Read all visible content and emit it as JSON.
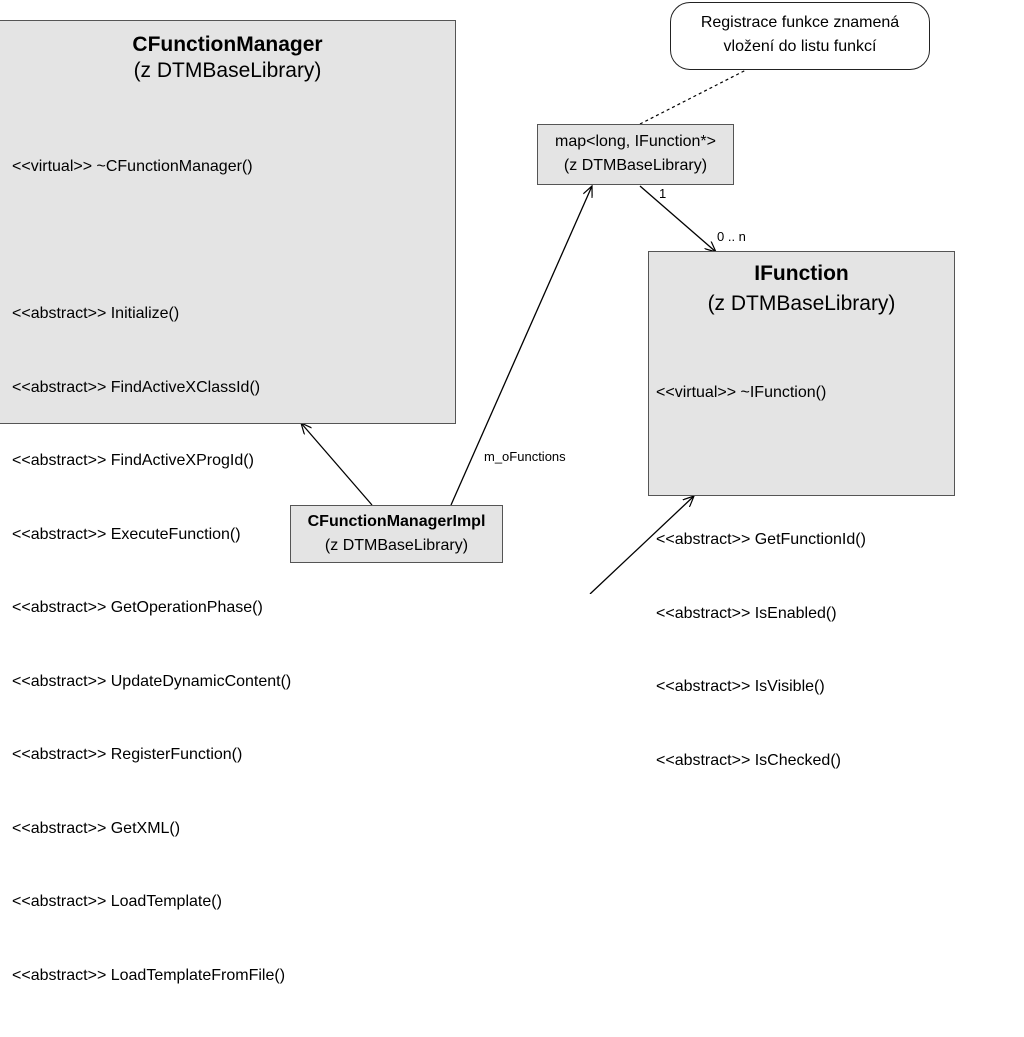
{
  "classes": {
    "manager": {
      "name": "CFunctionManager",
      "stereo": "(z DTMBaseLibrary)",
      "members": [
        "<<virtual>> ~CFunctionManager()",
        "",
        "<<abstract>> Initialize()",
        "<<abstract>> FindActiveXClassId()",
        "<<abstract>> FindActiveXProgId()",
        "<<abstract>> ExecuteFunction()",
        "<<abstract>> GetOperationPhase()",
        "<<abstract>> UpdateDynamicContent()",
        "<<abstract>> RegisterFunction()",
        "<<abstract>> GetXML()",
        "<<abstract>> LoadTemplate()",
        "<<abstract>> LoadTemplateFromFile()"
      ]
    },
    "map": {
      "name": "map<long, IFunction*>",
      "stereo": "(z DTMBaseLibrary)"
    },
    "ifunction": {
      "name": "IFunction",
      "stereo": "(z DTMBaseLibrary)",
      "members": [
        "<<virtual>> ~IFunction()",
        "",
        "<<abstract>> GetFunctionId()",
        "<<abstract>> IsEnabled()",
        "<<abstract>> IsVisible()",
        "<<abstract>> IsChecked()"
      ]
    },
    "impl": {
      "name": "CFunctionManagerImpl",
      "stereo": "(z DTMBaseLibrary)"
    }
  },
  "note": {
    "line1": "Registrace funkce znamená",
    "line2": "vložení do listu funkcí"
  },
  "labels": {
    "mult_one": "1",
    "mult_many": "0 .. n",
    "role": "m_oFunctions"
  }
}
